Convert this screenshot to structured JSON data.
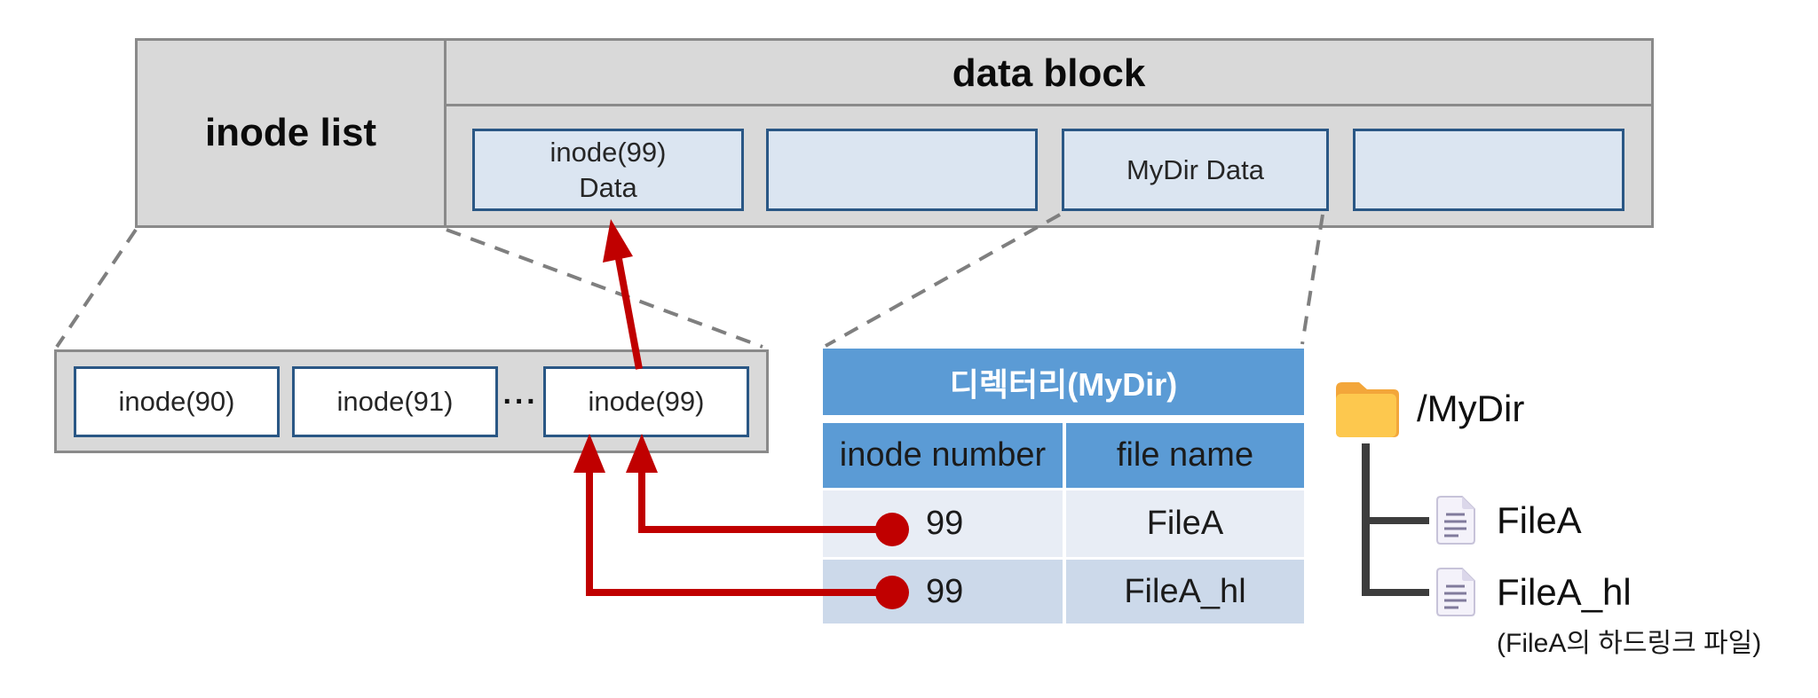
{
  "storage": {
    "inode_list_label": "inode list",
    "data_block_label": "data block",
    "block1_line1": "inode(99)",
    "block1_line2": "Data",
    "block3_label": "MyDir Data"
  },
  "inode_detail": {
    "items": [
      "inode(90)",
      "inode(91)",
      "inode(99)"
    ],
    "ellipsis": "···"
  },
  "directory_table": {
    "title": "디렉터리(MyDir)",
    "columns": [
      "inode number",
      "file name"
    ],
    "rows": [
      {
        "inode_number": "99",
        "file_name": "FileA"
      },
      {
        "inode_number": "99",
        "file_name": "FileA_hl"
      }
    ]
  },
  "tree": {
    "root_label": "/MyDir",
    "children": [
      {
        "label": "FileA",
        "note": ""
      },
      {
        "label": "FileA_hl",
        "note": "(FileA의 하드링크 파일)"
      }
    ]
  },
  "colors": {
    "panel_gray": "#d9d9d9",
    "panel_border": "#8a8a8a",
    "block_fill": "#dbe5f1",
    "block_border": "#2a5785",
    "table_blue": "#5b9bd5",
    "row_light": "#e8edf5",
    "row_medium": "#ccd9ea",
    "link_red": "#c00000",
    "dash_gray": "#7f7f7f",
    "tree_line": "#3d3d3d",
    "folder_yellow": "#fdc84e",
    "folder_orange": "#f3a63a"
  }
}
